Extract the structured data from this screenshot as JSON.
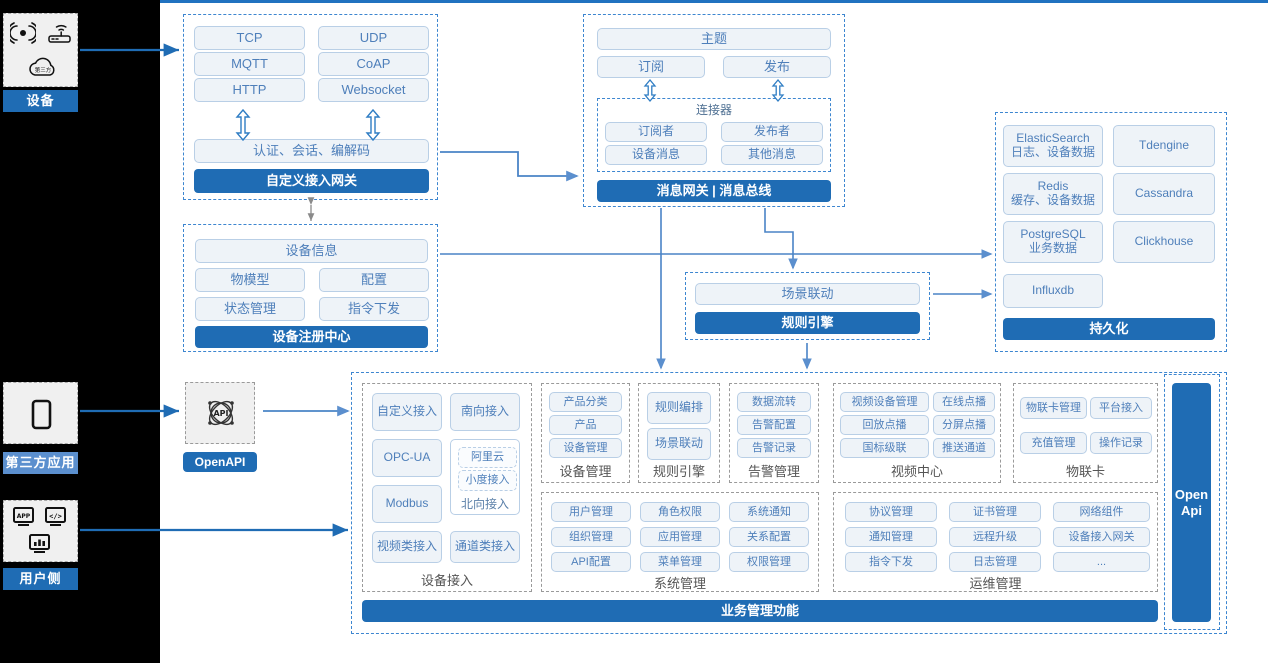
{
  "theme": {
    "accent": "#1f6cb4",
    "accent_light": "#5b8fce",
    "pill_fill": "#eef3f8",
    "pill_border": "#b9cfe6",
    "pill_text": "#4e7fba",
    "dash_border": "#3d86d0",
    "canvas_bg": "#ffffff",
    "rail_bg": "#000000"
  },
  "left_rail": {
    "device": {
      "badge": "设备",
      "icons": [
        "signal-waves-icon",
        "router-icon",
        "cloud-icon"
      ]
    },
    "third_party": {
      "badge": "第三方应用",
      "icons": [
        "mobile-phone-icon"
      ]
    },
    "user_side": {
      "badge": "用户侧",
      "icons": [
        "app-monitor-icon",
        "code-monitor-icon",
        "chart-monitor-icon"
      ]
    }
  },
  "openapi_node": {
    "badge": "OpenAPI",
    "icon": "api-atom-icon"
  },
  "access_gateway": {
    "protocols": [
      "TCP",
      "UDP",
      "MQTT",
      "CoAP",
      "HTTP",
      "Websocket"
    ],
    "middle": "认证、会话、编解码",
    "title": "自定义接入网关"
  },
  "message_gateway": {
    "topic": "主题",
    "subscribe": "订阅",
    "publish": "发布",
    "connector_title": "连接器",
    "connector_items": [
      "订阅者",
      "发布者",
      "设备消息",
      "其他消息"
    ],
    "title": "消息网关 | 消息总线"
  },
  "device_registry": {
    "header": "设备信息",
    "items": [
      "物模型",
      "配置",
      "状态管理",
      "指令下发"
    ],
    "title": "设备注册中心"
  },
  "rule_engine": {
    "item": "场景联动",
    "title": "规则引擎"
  },
  "persistence": {
    "items": [
      {
        "name": "ElasticSearch",
        "sub": "日志、设备数据"
      },
      {
        "name": "Tdengine",
        "sub": ""
      },
      {
        "name": "Redis",
        "sub": "缓存、设备数据"
      },
      {
        "name": "Cassandra",
        "sub": ""
      },
      {
        "name": "PostgreSQL",
        "sub": "业务数据"
      },
      {
        "name": "Clickhouse",
        "sub": ""
      },
      {
        "name": "Influxdb",
        "sub": ""
      }
    ],
    "title": "持久化"
  },
  "business": {
    "footer_title": "业务管理功能",
    "openapi_bar": "Open\nApi",
    "groups": [
      {
        "caption": "设备接入",
        "items": [
          "自定义接入",
          "南向接入",
          "OPC-UA",
          "阿里云",
          "小度接入",
          "北向接入",
          "Modbus",
          "视频类接入",
          "通道类接入"
        ]
      },
      {
        "caption": "设备管理",
        "items": [
          "产品分类",
          "产品",
          "设备管理"
        ]
      },
      {
        "caption": "规则引擎",
        "items": [
          "规则编排",
          "场景联动"
        ]
      },
      {
        "caption": "告警管理",
        "items": [
          "数据流转",
          "告警配置",
          "告警记录"
        ]
      },
      {
        "caption": "视频中心",
        "items": [
          "视频设备管理",
          "在线点播",
          "回放点播",
          "分屏点播",
          "国标级联",
          "推送通道"
        ]
      },
      {
        "caption": "物联卡",
        "items": [
          "物联卡管理",
          "平台接入",
          "充值管理",
          "操作记录"
        ]
      },
      {
        "caption": "系统管理",
        "items": [
          "用户管理",
          "角色权限",
          "系统通知",
          "组织管理",
          "应用管理",
          "关系配置",
          "API配置",
          "菜单管理",
          "权限管理"
        ]
      },
      {
        "caption": "运维管理",
        "items": [
          "协议管理",
          "证书管理",
          "网络组件",
          "通知管理",
          "远程升级",
          "设备接入网关",
          "指令下发",
          "日志管理",
          "..."
        ]
      }
    ]
  }
}
